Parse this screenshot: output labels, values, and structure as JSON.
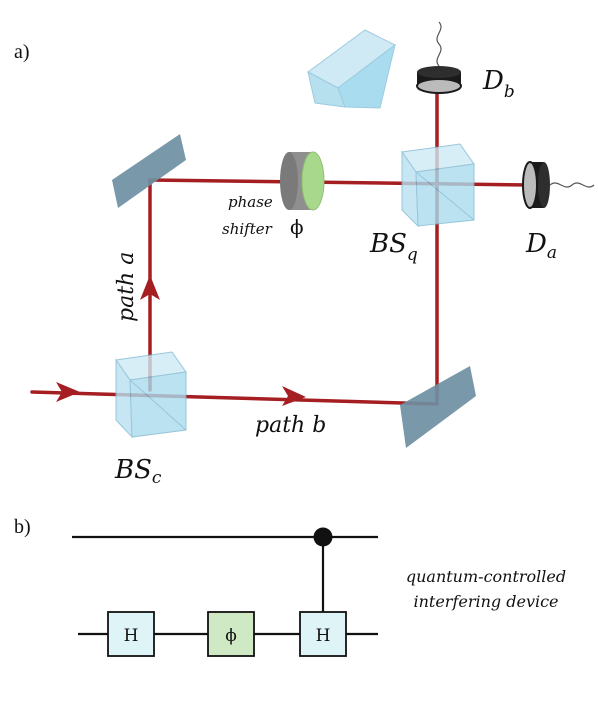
{
  "panel_a": {
    "label": "a)",
    "path_a": "path a",
    "path_b": "path b",
    "phase_shifter_line1": "phase",
    "phase_shifter_line2": "shifter",
    "phi": "ϕ",
    "bs_c": "BS",
    "bs_c_sub": "c",
    "bs_q": "BS",
    "bs_q_sub": "q",
    "det_a": "D",
    "det_a_sub": "a",
    "det_b": "D",
    "det_b_sub": "b"
  },
  "panel_b": {
    "label": "b)",
    "gate_h1": "H",
    "gate_phi": "ϕ",
    "gate_h2": "H",
    "caption_line1": "quantum-controlled",
    "caption_line2": "interfering device"
  },
  "colors": {
    "beam": "#a51e22",
    "mirror": "#6e8fa3",
    "cube": "#a9dcee",
    "cube_edge": "#7fb8d1",
    "phase_green": "#a8d88c",
    "gate_h": "#dff4f6",
    "gate_phi": "#cfe9c5"
  }
}
